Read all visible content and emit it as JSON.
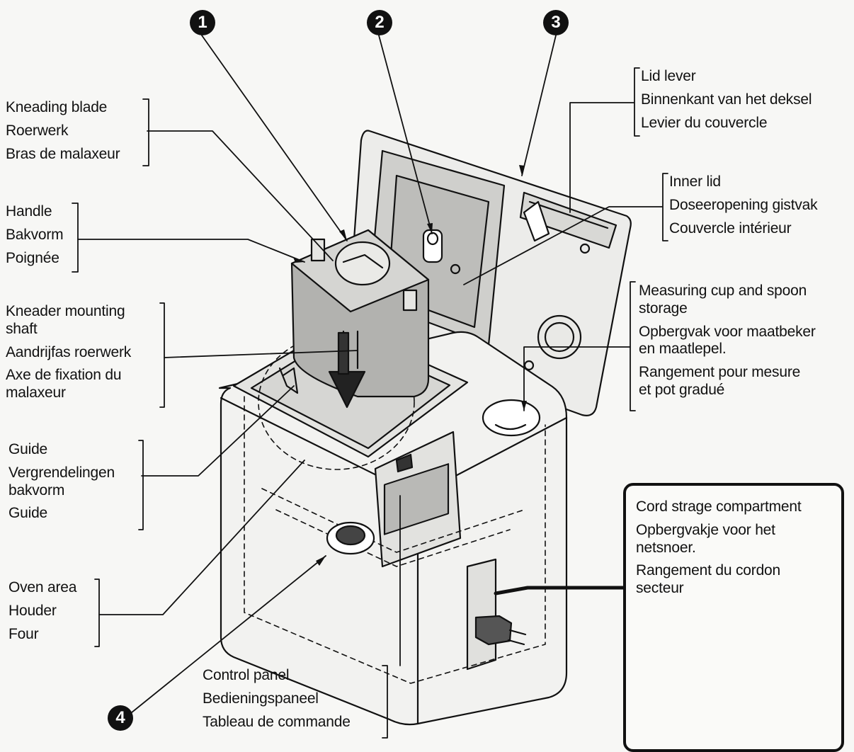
{
  "numbers": [
    "1",
    "2",
    "3",
    "4"
  ],
  "labels": {
    "kneading_blade": [
      "Kneading blade",
      "Roerwerk",
      "Bras de malaxeur"
    ],
    "handle": [
      "Handle",
      "Bakvorm",
      "Poignée"
    ],
    "kneader_shaft": [
      "Kneader mounting",
      "shaft",
      "Aandrijfas roerwerk",
      "Axe de fixation du",
      "malaxeur"
    ],
    "guide": [
      "Guide",
      "Vergrendelingen",
      "bakvorm",
      "Guide"
    ],
    "oven_area": [
      "Oven area",
      "Houder",
      "Four"
    ],
    "control_panel": [
      "Control panel",
      "Bedieningspaneel",
      "Tableau de commande"
    ],
    "lid_lever": [
      "Lid lever",
      "Binnenkant van het deksel",
      "Levier du couvercle"
    ],
    "inner_lid": [
      "Inner lid",
      "Doseeropening gistvak",
      "Couvercle intérieur"
    ],
    "measuring_cup": [
      "Measuring cup and spoon",
      "storage",
      "Opbergvak voor maatbeker",
      "en maatlepel.",
      "Rangement pour mesure",
      "et pot gradué"
    ],
    "cord_storage": [
      "Cord strage compartment",
      "Opbergvakje voor het",
      "netsnoer.",
      "Rangement du cordon",
      "secteur"
    ]
  }
}
